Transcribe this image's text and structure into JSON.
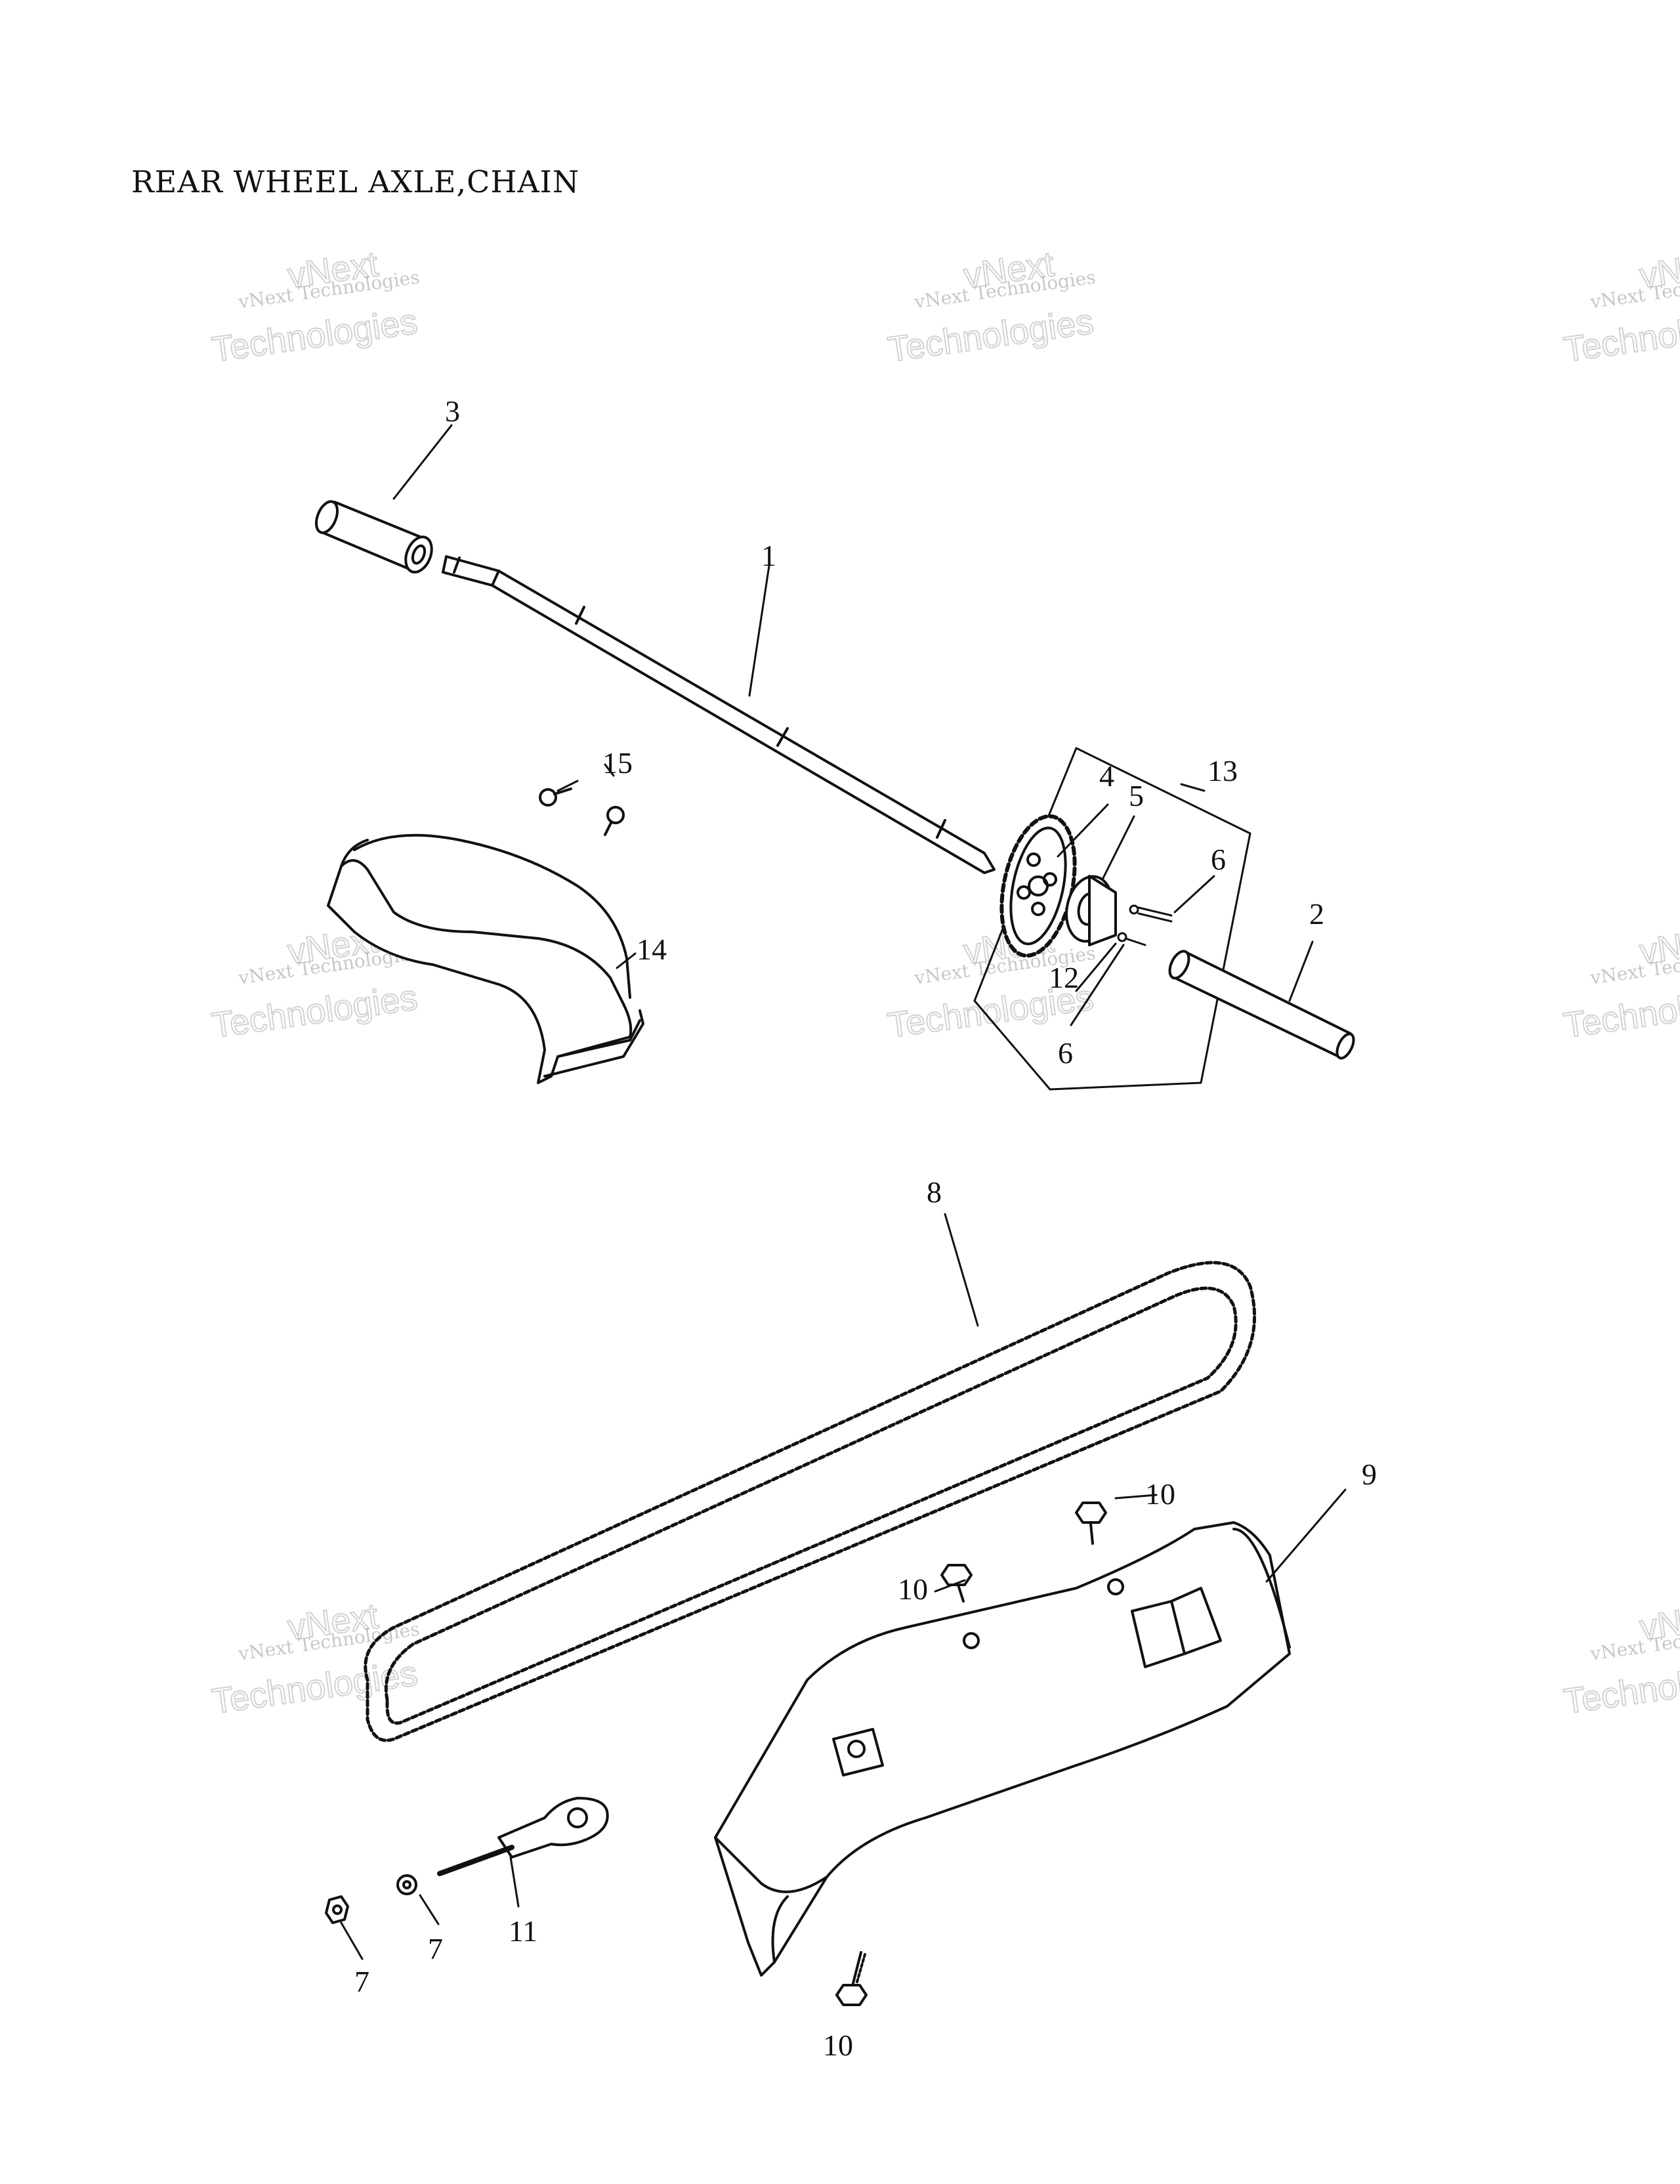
{
  "title": "REAR WHEEL AXLE,CHAIN",
  "watermark": {
    "line1": "vNext Technologies",
    "line2": "vNext",
    "line3": "Technologies"
  },
  "callouts": {
    "c1": "1",
    "c2": "2",
    "c3": "3",
    "c4": "4",
    "c5": "5",
    "c6a": "6",
    "c6b": "6",
    "c7a": "7",
    "c7b": "7",
    "c8": "8",
    "c9": "9",
    "c10a": "10",
    "c10b": "10",
    "c10c": "10",
    "c11": "11",
    "c12": "12",
    "c13": "13",
    "c14": "14",
    "c15": "15"
  }
}
